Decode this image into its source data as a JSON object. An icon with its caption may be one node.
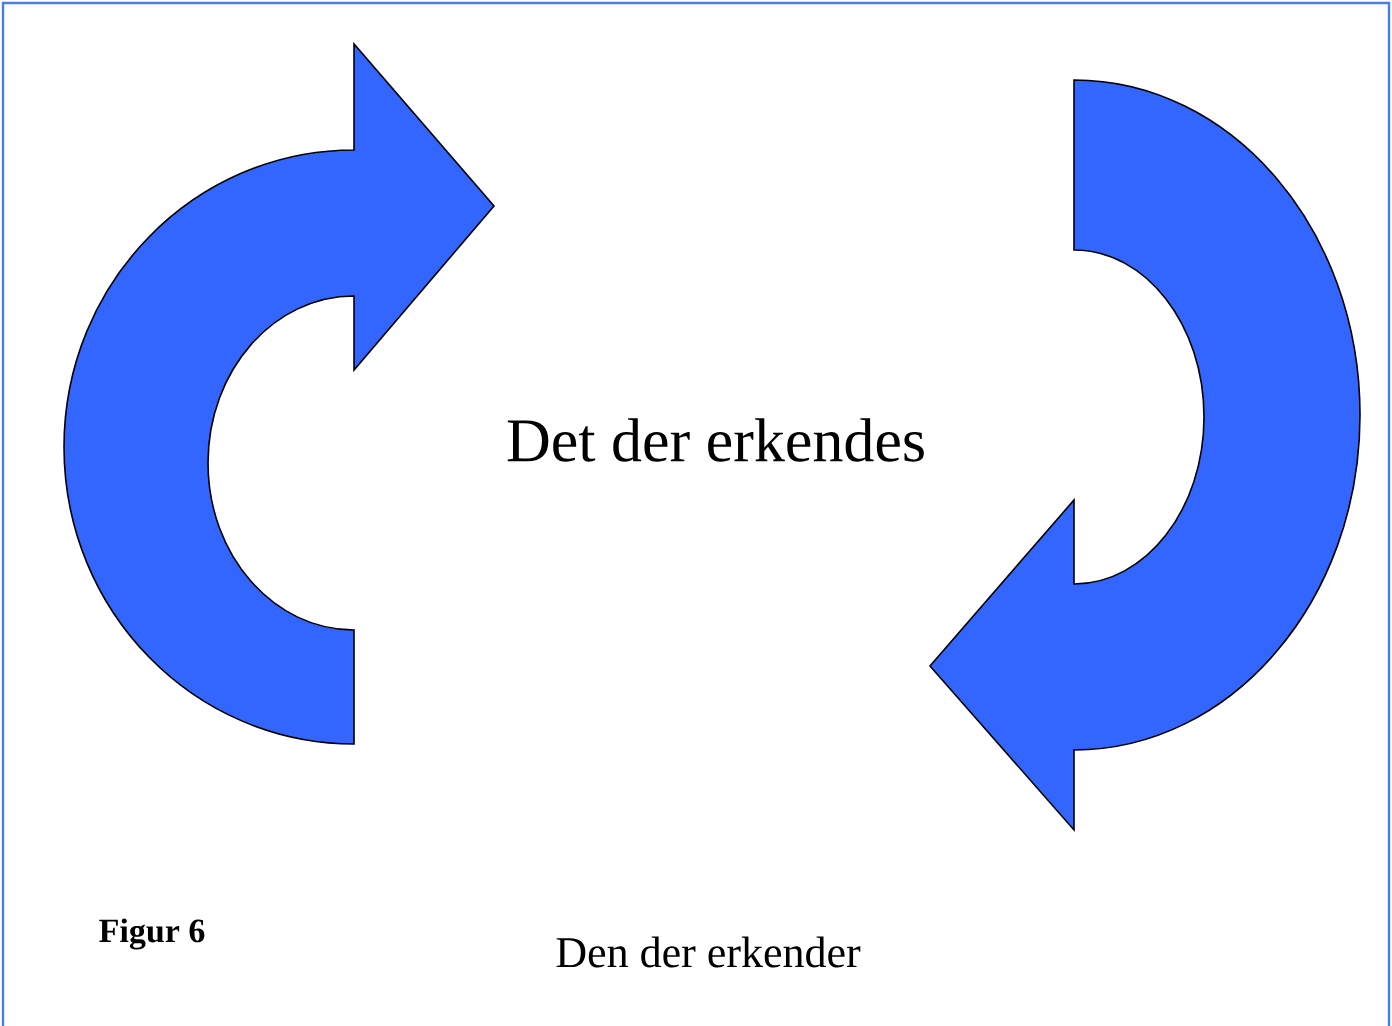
{
  "diagram": {
    "caption": "Figur 6",
    "labels": [
      "Det der erkendes",
      "Den der erkender"
    ]
  }
}
